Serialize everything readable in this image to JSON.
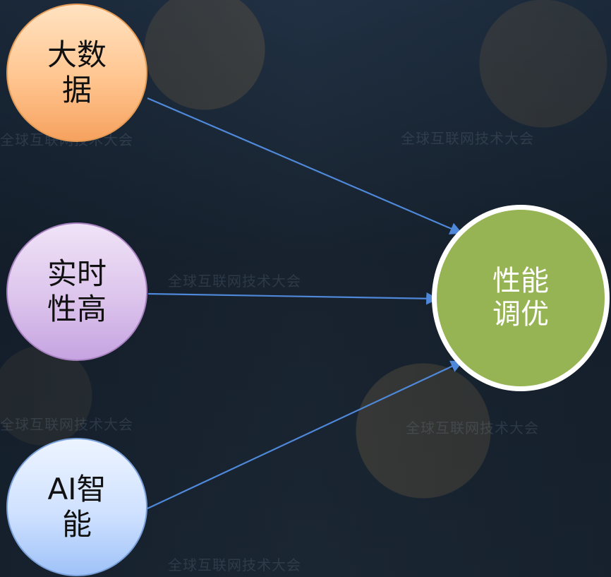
{
  "background": {
    "watermark_text": "全球互联网技术大会"
  },
  "diagram": {
    "sources": [
      {
        "id": "big-data",
        "label": "大数据",
        "color": "#ffc58f"
      },
      {
        "id": "realtime",
        "label": "实时性高",
        "color": "#dcc4ec"
      },
      {
        "id": "ai",
        "label": "AI智能",
        "color": "#cfe1ff"
      }
    ],
    "target": {
      "id": "performance-tuning",
      "label": "性能调优",
      "color": "#96b453"
    }
  },
  "colors": {
    "connector": "#4f88d8",
    "background": "#1b2633"
  }
}
